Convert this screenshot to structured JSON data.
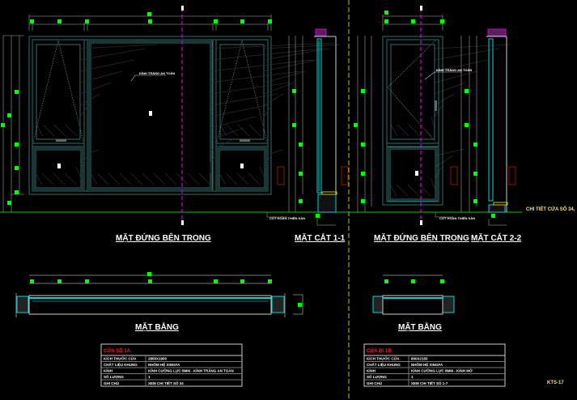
{
  "colors": {
    "background": "#000000",
    "frame": "#2f6f6f",
    "section": "#00d8d8",
    "ground": "#00c800",
    "dim_marker": "#00ff00",
    "cut_line": "#d000d0",
    "divider": "#c8c800",
    "annotation": "#f6e08a",
    "table_title": "#ff2020"
  },
  "views": {
    "elevation_1": {
      "title": "MẶT ĐỨNG BÊN TRONG",
      "glass_note": "KÍNH TRẮNG AN TOÀN",
      "floor_note": "CỐT HOÀN THIỆN SÀN"
    },
    "section_1": {
      "title": "MẶT CẮT 1-1"
    },
    "elevation_2": {
      "title": "MẶT ĐỨNG BÊN TRONG",
      "glass_note": "KÍNH TRẮNG AN TOÀN",
      "floor_note": "CỐT HOÀN THIỆN SÀN"
    },
    "section_2": {
      "title": "MẶT CẮT 2-2"
    },
    "plan_1": {
      "title": "MẶT BẰNG"
    },
    "plan_2": {
      "title": "MẶT BẰNG"
    }
  },
  "detail_label": "CHI TIẾT CỬA SỔ 34,",
  "sheet_code": "KTS-17",
  "tables": [
    {
      "title": "CỬA SỔ 1A",
      "rows": [
        {
          "label": "KÍCH THƯỚC CỬA",
          "value": "2850X1900"
        },
        {
          "label": "CHẤT LIỆU KHUNG",
          "value": "NHÔM HỆ XINGFA"
        },
        {
          "label": "KÍNH",
          "value": "KÍNH CƯỜNG LỰC 8MM - KÍNH TRẮNG AN TOÀN"
        },
        {
          "label": "SỐ LƯỢNG",
          "value": "1"
        },
        {
          "label": "GHI CHÚ",
          "value": "XEM CHI TIẾT SỐ 34"
        }
      ]
    },
    {
      "title": "CỬA ĐI 1B",
      "rows": [
        {
          "label": "KÍCH THƯỚC CỬA",
          "value": "800X2150"
        },
        {
          "label": "CHẤT LIỆU KHUNG",
          "value": "NHÔM HỆ XINGFA"
        },
        {
          "label": "KÍNH",
          "value": "KÍNH CƯỜNG LỰC 8MM - KÍNH MỜ"
        },
        {
          "label": "SỐ LƯỢNG",
          "value": "1"
        },
        {
          "label": "GHI CHÚ",
          "value": "XEM CHI TIẾT SỐ 1-7"
        }
      ]
    }
  ]
}
